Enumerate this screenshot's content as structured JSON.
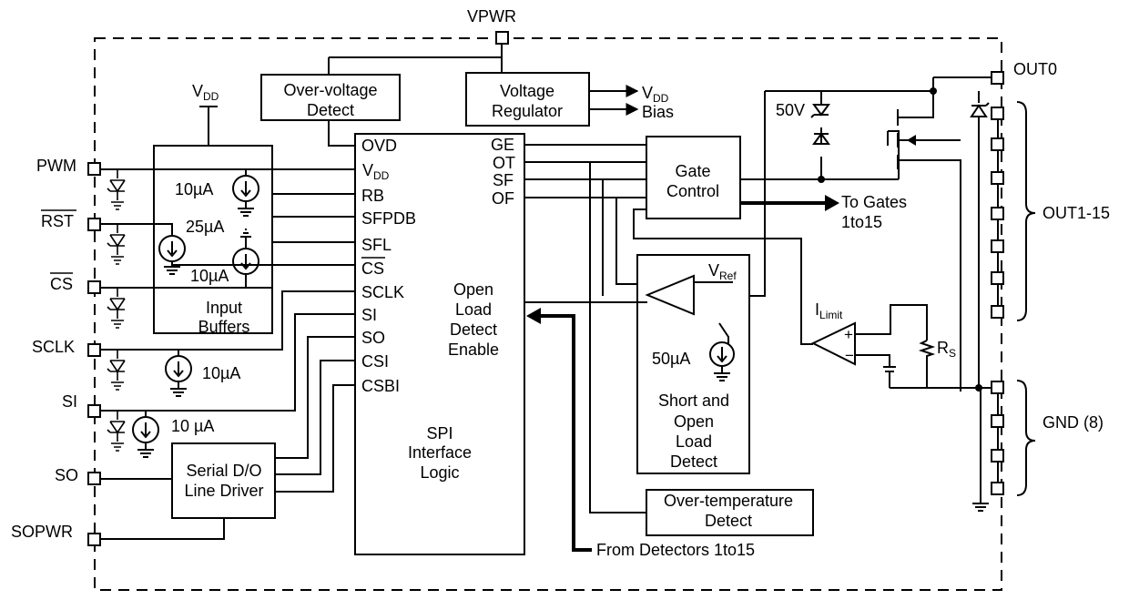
{
  "pins": {
    "vpwr": "VPWR",
    "pwm": "PWM",
    "rst": "RST",
    "cs": "CS",
    "sclk": "SCLK",
    "si": "SI",
    "so": "SO",
    "sopwr": "SOPWR",
    "out0": "OUT0",
    "out1_15": "OUT1-15",
    "gnd": "GND (8)"
  },
  "blocks": {
    "overvoltage": [
      "Over-voltage",
      "Detect"
    ],
    "regulator": [
      "Voltage",
      "Regulator"
    ],
    "gate_control": [
      "Gate",
      "Control"
    ],
    "input_buffers": [
      "Input",
      "Buffers"
    ],
    "serial_driver": [
      "Serial D/O",
      "Line Driver"
    ],
    "overtemp": [
      "Over-temperature",
      "Detect"
    ],
    "short_open": [
      "Short and",
      "Open",
      "Load",
      "Detect"
    ],
    "open_load_enable": [
      "Open",
      "Load",
      "Detect",
      "Enable"
    ],
    "spi_logic": [
      "SPI",
      "Interface",
      "Logic"
    ]
  },
  "spi_left_labels": [
    "OVD",
    "V",
    "RB",
    "SFPDB",
    "SFL",
    "CS",
    "SCLK",
    "SI",
    "SO",
    "CSI",
    "CSBI"
  ],
  "spi_vdd_sub": "DD",
  "spi_right_labels": [
    "GE",
    "OT",
    "SF",
    "OF"
  ],
  "supply": {
    "v": "V",
    "sub": "DD",
    "bias": "Bias"
  },
  "currents": {
    "pwm_src": "10µA",
    "rst_src": "25µA",
    "cs_src": "10µA",
    "sclk_src": "10µA",
    "si_src": "10 µA",
    "detect_src": "50µA"
  },
  "annotations": {
    "zener_50v": "50V",
    "to_gates": [
      "To Gates",
      "1to15"
    ],
    "from_detectors": "From Detectors 1to15",
    "vref": "V",
    "vref_sub": "Ref",
    "ilimit": "I",
    "ilimit_sub": "Limit",
    "rs": "R",
    "rs_sub": "S",
    "plus": "+",
    "minus": "−"
  }
}
